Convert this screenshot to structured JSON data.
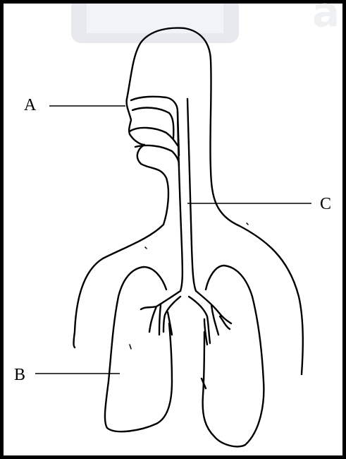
{
  "labels": {
    "a": "A",
    "b": "B",
    "c": "C"
  },
  "watermark": {
    "letter": "a"
  }
}
